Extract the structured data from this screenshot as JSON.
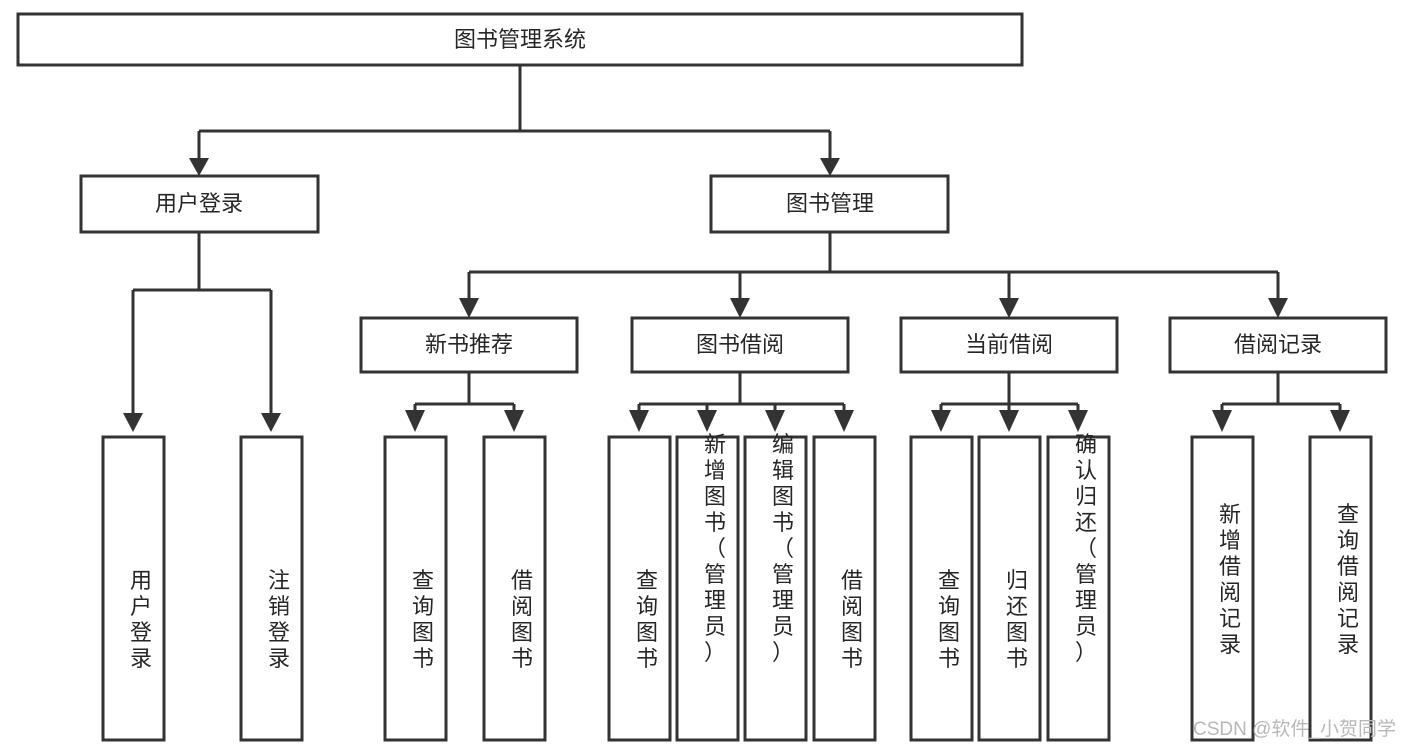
{
  "diagram": {
    "type": "hierarchy-tree",
    "title": "图书管理系统",
    "root": {
      "id": "root",
      "label": "图书管理系统"
    },
    "level2": [
      {
        "id": "user-login",
        "label": "用户登录"
      },
      {
        "id": "book-manage",
        "label": "图书管理"
      }
    ],
    "level3": [
      {
        "id": "new-book-rec",
        "label": "新书推荐",
        "parent": "book-manage"
      },
      {
        "id": "book-borrow",
        "label": "图书借阅",
        "parent": "book-manage"
      },
      {
        "id": "current-borrow",
        "label": "当前借阅",
        "parent": "book-manage"
      },
      {
        "id": "borrow-record",
        "label": "借阅记录",
        "parent": "book-manage"
      }
    ],
    "leaves": {
      "user_login": [
        {
          "id": "leaf-user-login",
          "label": "用户登录"
        },
        {
          "id": "leaf-user-logout",
          "label": "注销登录"
        }
      ],
      "new_book_rec": [
        {
          "id": "leaf-query-book-1",
          "label": "查询图书"
        },
        {
          "id": "leaf-borrow-book-1",
          "label": "借阅图书"
        }
      ],
      "book_borrow": [
        {
          "id": "leaf-query-book-2",
          "label": "查询图书"
        },
        {
          "id": "leaf-add-book",
          "label": "新增图书（管理员）"
        },
        {
          "id": "leaf-edit-book",
          "label": "编辑图书（管理员）"
        },
        {
          "id": "leaf-borrow-book-2",
          "label": "借阅图书"
        }
      ],
      "current_borrow": [
        {
          "id": "leaf-query-book-3",
          "label": "查询图书"
        },
        {
          "id": "leaf-return-book",
          "label": "归还图书"
        },
        {
          "id": "leaf-confirm-return",
          "label": "确认归还（管理员）"
        }
      ],
      "borrow_record": [
        {
          "id": "leaf-add-record",
          "label": "新增借阅记录"
        },
        {
          "id": "leaf-query-record",
          "label": "查询借阅记录"
        }
      ]
    },
    "colors": {
      "box_stroke": "#333333",
      "box_fill": "#ffffff",
      "text": "#262626",
      "background": "#ffffff",
      "watermark": "#b8b8b8"
    }
  },
  "watermark": {
    "text": "CSDN @软件_小贺同学"
  }
}
